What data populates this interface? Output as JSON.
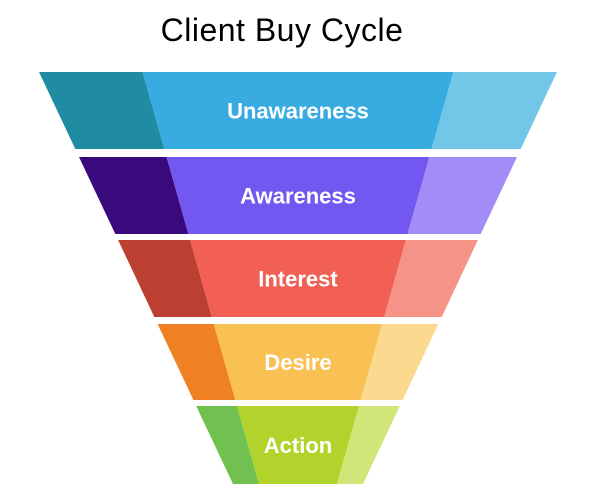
{
  "title": "Client Buy Cycle",
  "funnel": {
    "type": "funnel",
    "label_color": "#ffffff",
    "background": "#ffffff",
    "stages": [
      {
        "label": "Unawareness",
        "colors": {
          "dark": "#1F8CA2",
          "mid": "#38ACE0",
          "light": "#72C6E8"
        }
      },
      {
        "label": "Awareness",
        "colors": {
          "dark": "#3A0A7D",
          "mid": "#7258F0",
          "light": "#A18CF8"
        }
      },
      {
        "label": "Interest",
        "colors": {
          "dark": "#BB4031",
          "mid": "#F15F55",
          "light": "#F69388"
        }
      },
      {
        "label": "Desire",
        "colors": {
          "dark": "#F08123",
          "mid": "#F9C154",
          "light": "#FBD98E"
        }
      },
      {
        "label": "Action",
        "colors": {
          "dark": "#70C14F",
          "mid": "#B1D32B",
          "light": "#D0E678"
        }
      }
    ]
  }
}
